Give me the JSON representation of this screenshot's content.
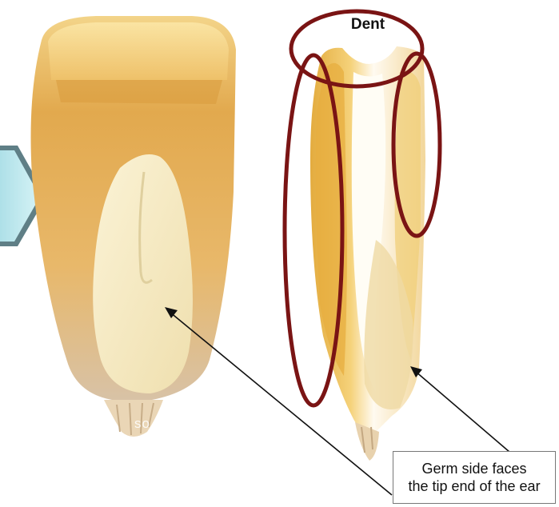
{
  "labels": {
    "dent": "Dent",
    "caption_line1": "Germ side faces",
    "caption_line2": "the tip end of the ear"
  },
  "watermark": "so",
  "colors": {
    "outline_red": "#7a1414",
    "arrow_cyan": "#bfe9ef",
    "kernel_tan": "#e7b861",
    "germ_cream": "#f6eccb"
  }
}
